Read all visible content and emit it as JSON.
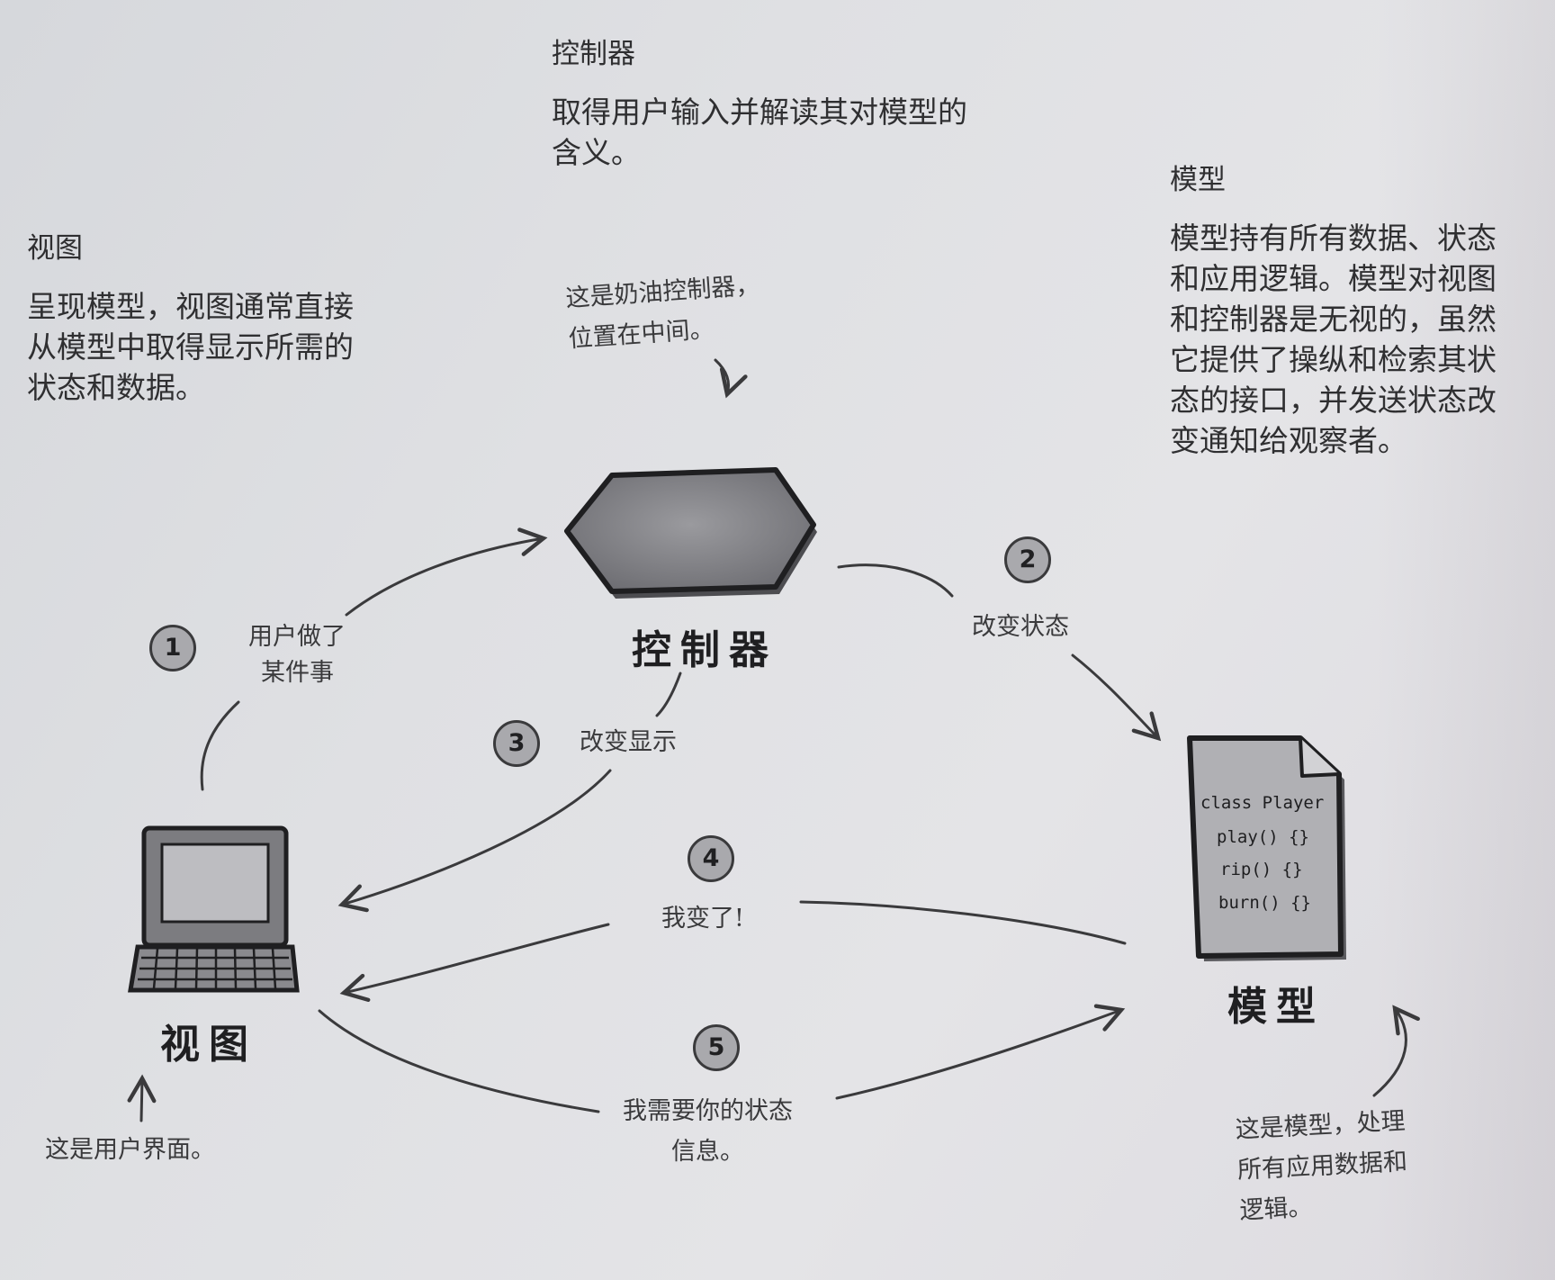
{
  "controller_block": {
    "heading": "控制器",
    "body": [
      "取得用户输入并解读其对模型的",
      "含义。"
    ]
  },
  "view_block": {
    "heading": "视图",
    "body": [
      "呈现模型，视图通常直接",
      "从模型中取得显示所需的",
      "状态和数据。"
    ]
  },
  "model_block": {
    "heading": "模型",
    "body": [
      "模型持有所有数据、状态",
      "和应用逻辑。模型对视图",
      "和控制器是无视的，虽然",
      "它提供了操纵和检索其状",
      "态的接口，并发送状态改",
      "变通知给观察者。"
    ]
  },
  "notes": {
    "controller": [
      "这是奶油控制器，",
      "位置在中间。"
    ],
    "view": [
      "这是用户界面。"
    ],
    "model": [
      "这是模型，处理",
      "所有应用数据和",
      "逻辑。"
    ]
  },
  "labels": {
    "controller": "控制器",
    "view": "视图",
    "model": "模型"
  },
  "steps": [
    {
      "num": "1",
      "text": [
        "用户做了",
        "某件事"
      ]
    },
    {
      "num": "2",
      "text": [
        "改变状态"
      ]
    },
    {
      "num": "3",
      "text": [
        "改变显示"
      ]
    },
    {
      "num": "4",
      "text": [
        "我变了!"
      ]
    },
    {
      "num": "5",
      "text": [
        "我需要你的状态",
        "信息。"
      ]
    }
  ],
  "model_code": {
    "class_line": "class Player",
    "methods": [
      "play() {}",
      "rip() {}",
      "burn() {}"
    ]
  }
}
